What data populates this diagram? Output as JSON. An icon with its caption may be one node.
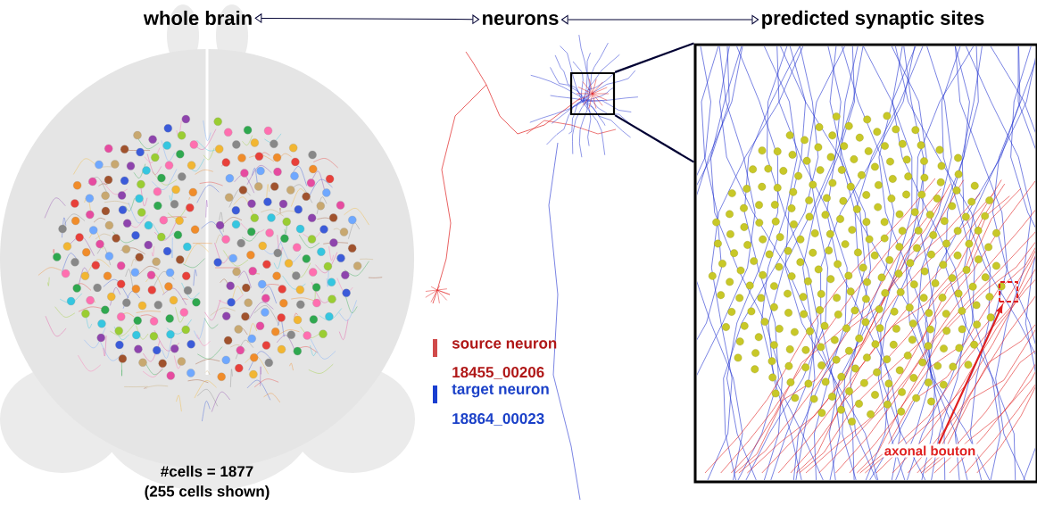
{
  "diagram": {
    "nodes": [
      {
        "text": [
          "whole brain"
        ]
      },
      {
        "text": [
          "neurons"
        ]
      },
      {
        "text": [
          "predicted synaptic sites"
        ]
      },
      {
        "text": [],
        "shape": "box"
      },
      {
        "text": [],
        "shape": "box"
      },
      {
        "text": [],
        "shape": "box",
        "in": 4
      },
      {
        "text": [
          "axonal bouton"
        ],
        "in": 4
      }
    ],
    "edges": [
      {
        "from": 0,
        "to": 1,
        "arrow": "both"
      },
      {
        "from": 1,
        "to": 2,
        "arrow": "both"
      },
      {
        "from": 3,
        "to": 4,
        "arrow": "none"
      },
      {
        "from": 3,
        "to": 4,
        "arrow": "none"
      },
      {
        "from": 6,
        "to": 5,
        "arrow": "to",
        "color": "#e02020"
      }
    ],
    "labels": [
      "#cells = 1877",
      "(255 cells shown)",
      "18455_00206",
      "18864_00023"
    ],
    "legend": [
      {
        "text": "source neuron",
        "color": "#d04a4a"
      },
      {
        "text": "target neuron",
        "color": "#1a3fd0"
      }
    ]
  }
}
